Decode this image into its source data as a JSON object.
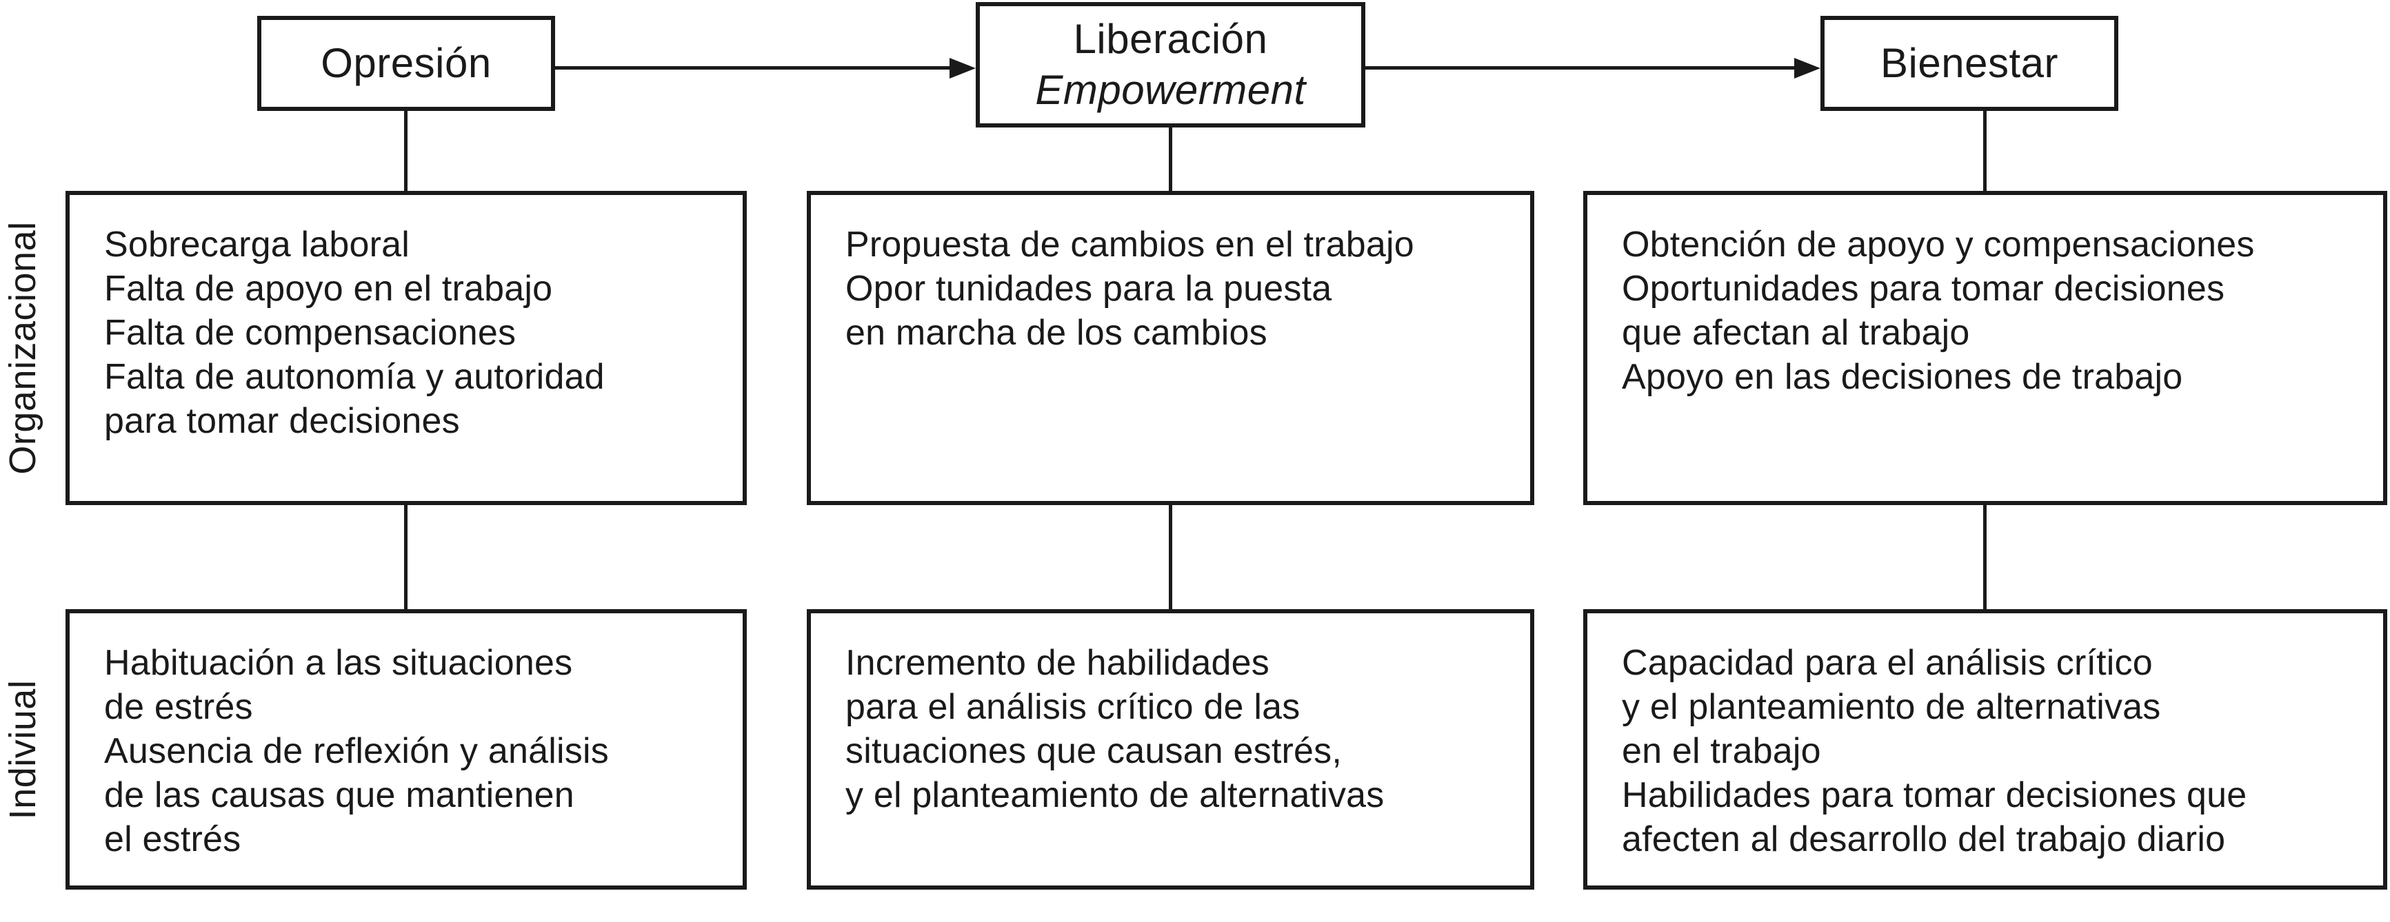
{
  "figure": {
    "stages": [
      {
        "label": "Opresión"
      },
      {
        "label": "Liberación",
        "sublabel": "Empowerment"
      },
      {
        "label": "Bienestar"
      }
    ],
    "row_labels": {
      "top": "Organizacional",
      "bottom": "Indiviual"
    },
    "organizational": [
      {
        "text": "Sobrecarga laboral\nFalta de apoyo en el trabajo\nFalta de compensaciones\nFalta de autonomía y autoridad\npara tomar decisiones"
      },
      {
        "text": "Propuesta de cambios en el trabajo\nOpor tunidades para la puesta\nen marcha de los cambios"
      },
      {
        "text": "Obtención de apoyo y compensaciones\nOportunidades para tomar decisiones\nque afectan al trabajo\nApoyo en las decisiones de trabajo"
      }
    ],
    "individual": [
      {
        "text": "Habituación a las situaciones\nde estrés\nAusencia de reflexión y análisis\nde las causas que mantienen\nel estrés"
      },
      {
        "text": "Incremento de habilidades\npara el análisis crítico de las\nsituaciones que causan estrés,\ny el planteamiento de alternativas"
      },
      {
        "text": "Capacidad para el análisis crítico\ny el planteamiento de alternativas\nen el trabajo\nHabilidades para tomar decisiones que\nafecten al desarrollo del trabajo diario"
      }
    ],
    "colors": {
      "ink": "#1a1a1a",
      "background": "#ffffff"
    }
  }
}
